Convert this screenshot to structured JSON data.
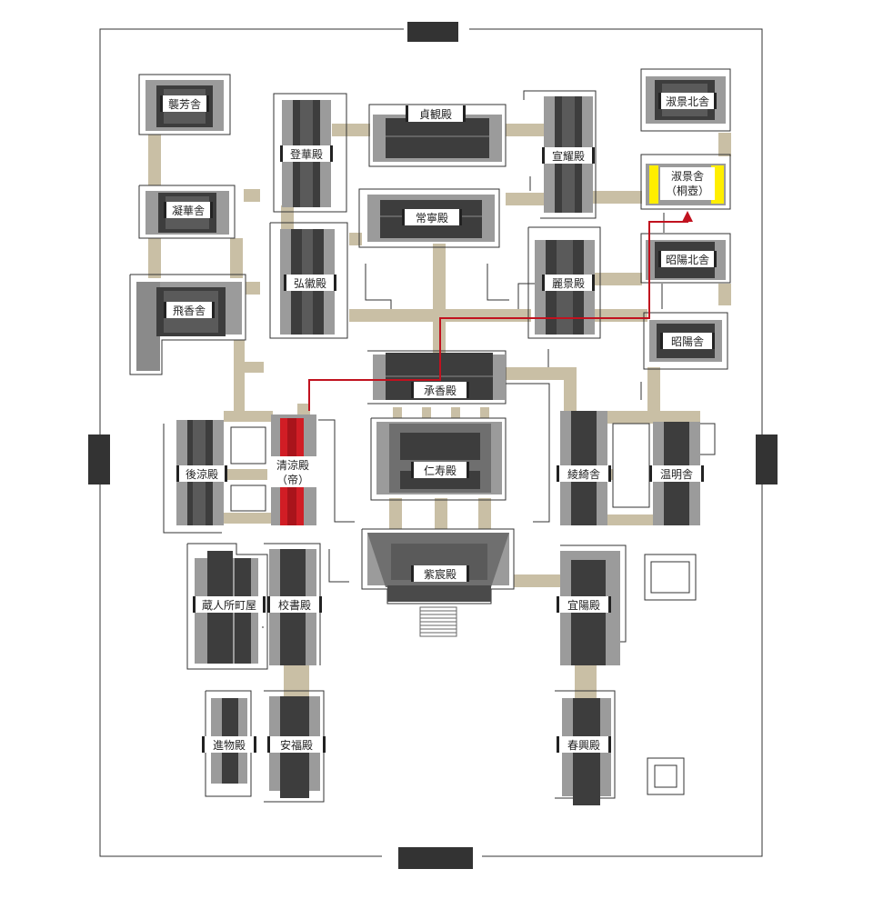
{
  "palace": {
    "buildings": [
      {
        "id": "shigeisha",
        "label": "襲芳舎"
      },
      {
        "id": "gyokasha",
        "label": "凝華舎"
      },
      {
        "id": "higyosha",
        "label": "飛香舎"
      },
      {
        "id": "tokaden",
        "label": "登華殿"
      },
      {
        "id": "kokiden",
        "label": "弘徽殿"
      },
      {
        "id": "jokanden",
        "label": "貞観殿"
      },
      {
        "id": "joneiden",
        "label": "常寧殿"
      },
      {
        "id": "senyoden",
        "label": "宣耀殿"
      },
      {
        "id": "reikeiden",
        "label": "麗景殿"
      },
      {
        "id": "shigeisha_kita",
        "label": "淑景北舎"
      },
      {
        "id": "shigeisha_kiri_1",
        "label": "淑景舎"
      },
      {
        "id": "shigeisha_kiri_2",
        "label": "（桐壺）"
      },
      {
        "id": "shoyosha_kita",
        "label": "昭陽北舎"
      },
      {
        "id": "shoyosha",
        "label": "昭陽舎"
      },
      {
        "id": "shokyoden",
        "label": "承香殿"
      },
      {
        "id": "jijuden",
        "label": "仁寿殿"
      },
      {
        "id": "koryoden",
        "label": "後涼殿"
      },
      {
        "id": "seiryoden_1",
        "label": "清涼殿"
      },
      {
        "id": "seiryoden_2",
        "label": "（帝）"
      },
      {
        "id": "ryokisha",
        "label": "綾綺舎"
      },
      {
        "id": "onmeiden",
        "label": "温明舎"
      },
      {
        "id": "shishinden",
        "label": "紫宸殿"
      },
      {
        "id": "kurodo",
        "label": "蔵人所町屋"
      },
      {
        "id": "kyoshoden",
        "label": "校書殿"
      },
      {
        "id": "giyoden",
        "label": "宜陽殿"
      },
      {
        "id": "shinmotsuden",
        "label": "進物殿"
      },
      {
        "id": "anpukuden",
        "label": "安福殿"
      },
      {
        "id": "shunkoden",
        "label": "春興殿"
      }
    ],
    "colors": {
      "corridor": "#c9bfa5",
      "outline": "#333333",
      "dark": "#3d3d3d",
      "mid": "#6f6f6f",
      "light": "#9b9b9b",
      "pale": "#bdbdbd",
      "emperor": "#d11d25",
      "kiritsubo": "#ffee00",
      "route": "#c1121f"
    }
  }
}
